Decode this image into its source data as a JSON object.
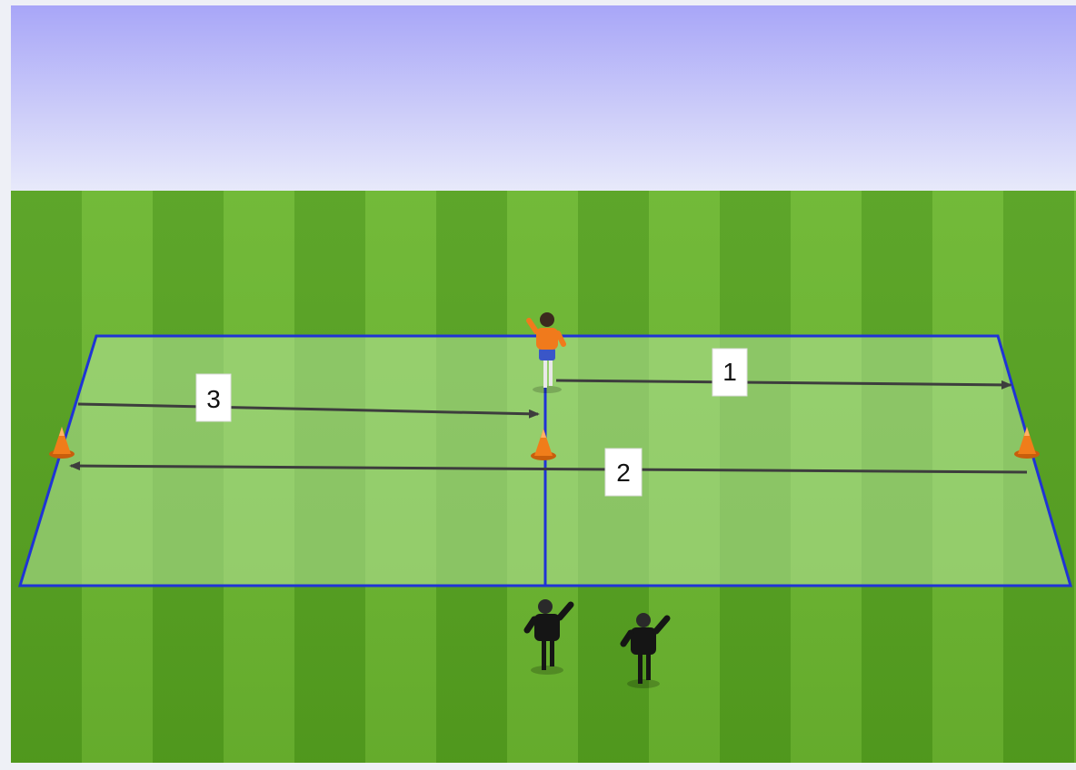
{
  "colors": {
    "sky_top": "#a8a6f8",
    "sky_bottom": "#e8eafa",
    "grass_dark": "#4f9a1a",
    "grass_light": "#77c137",
    "area_fill": "#a9d98a",
    "boundary_line": "#1f33d6",
    "arrow": "#3d3d3d",
    "cone": "#f07d1a",
    "attacker_shirt": "#f07a1c",
    "attacker_shorts": "#3a56c8",
    "defender_kit": "#151515"
  },
  "diagram": {
    "arrows": [
      {
        "label": "1"
      },
      {
        "label": "2"
      },
      {
        "label": "3"
      }
    ],
    "cone_icon": "cone-icon",
    "player_icon": "player-icon"
  }
}
